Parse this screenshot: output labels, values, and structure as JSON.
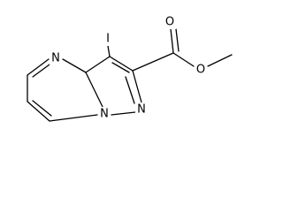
{
  "molecule": {
    "atoms": {
      "iodine": "I",
      "carbonyl_oxygen": "O",
      "ester_oxygen": "O",
      "pyrimidine_nitrogen": "N",
      "pyrazole_nitrogen": "N",
      "bridgehead_nitrogen": "N"
    }
  },
  "colors": {
    "bond": "#000000",
    "label": "#000000",
    "background": "#ffffff"
  }
}
